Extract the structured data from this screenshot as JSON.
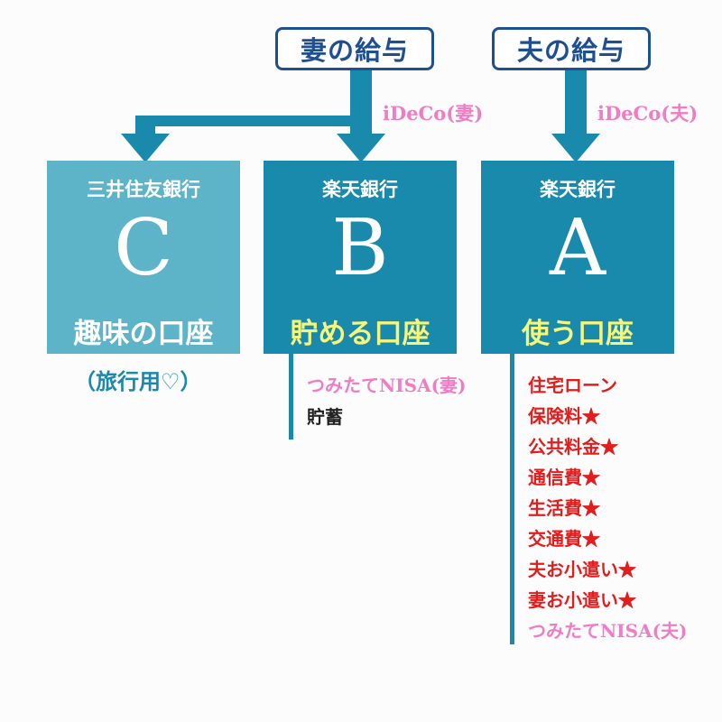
{
  "salaries": {
    "wife": "妻の給与",
    "husband": "夫の給与"
  },
  "ideco": {
    "wife": "iDeCo(妻)",
    "husband": "iDeCo(夫)"
  },
  "accounts": [
    {
      "bank": "三井住友銀行",
      "letter": "C",
      "purpose": "趣味の口座",
      "note": "（旅行用♡）",
      "color": "#5db3c8"
    },
    {
      "bank": "楽天銀行",
      "letter": "B",
      "purpose": "貯める口座",
      "color": "#1a8aac"
    },
    {
      "bank": "楽天銀行",
      "letter": "A",
      "purpose": "使う口座",
      "color": "#1a8aac"
    }
  ],
  "account_b_items": [
    "つみたてNISA(妻)",
    "貯蓄"
  ],
  "account_a_items": [
    "住宅ローン",
    "保険料★",
    "公共料金★",
    "通信費★",
    "生活費★",
    "交通費★",
    "夫お小遣い★",
    "妻お小遣い★",
    "つみたてNISA(夫)"
  ],
  "colors": {
    "navy": "#1f4f8f",
    "teal": "#1a8aac",
    "light_teal": "#5db3c8",
    "pink": "#f07cc4",
    "red": "#e11d1d",
    "yellow": "#f5f57a"
  }
}
